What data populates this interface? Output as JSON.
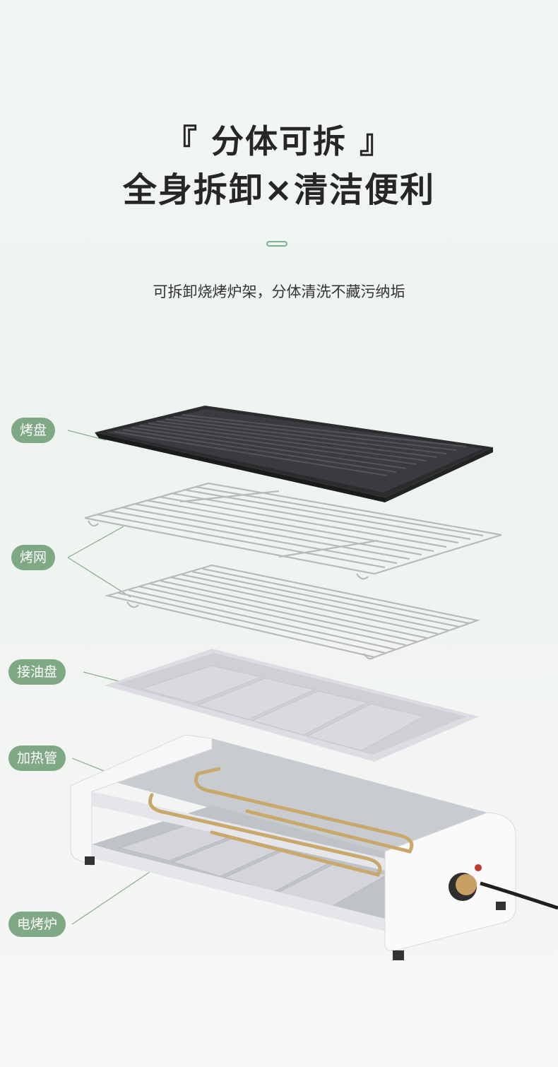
{
  "hero": {
    "title_line1": "『 分体可拆 』",
    "title_line2": "全身拆卸×清洁便利",
    "subtitle": "可拆卸烧烤炉架，分体清洗不藏污纳垢"
  },
  "parts": {
    "grill_plate": "烤盘",
    "grill_rack": "烤网",
    "drip_tray": "接油盘",
    "heating_tube": "加热管",
    "electric_oven": "电烤炉"
  },
  "colors": {
    "accent": "#7fa884",
    "title": "#262626",
    "background": "#f1f5f2"
  }
}
